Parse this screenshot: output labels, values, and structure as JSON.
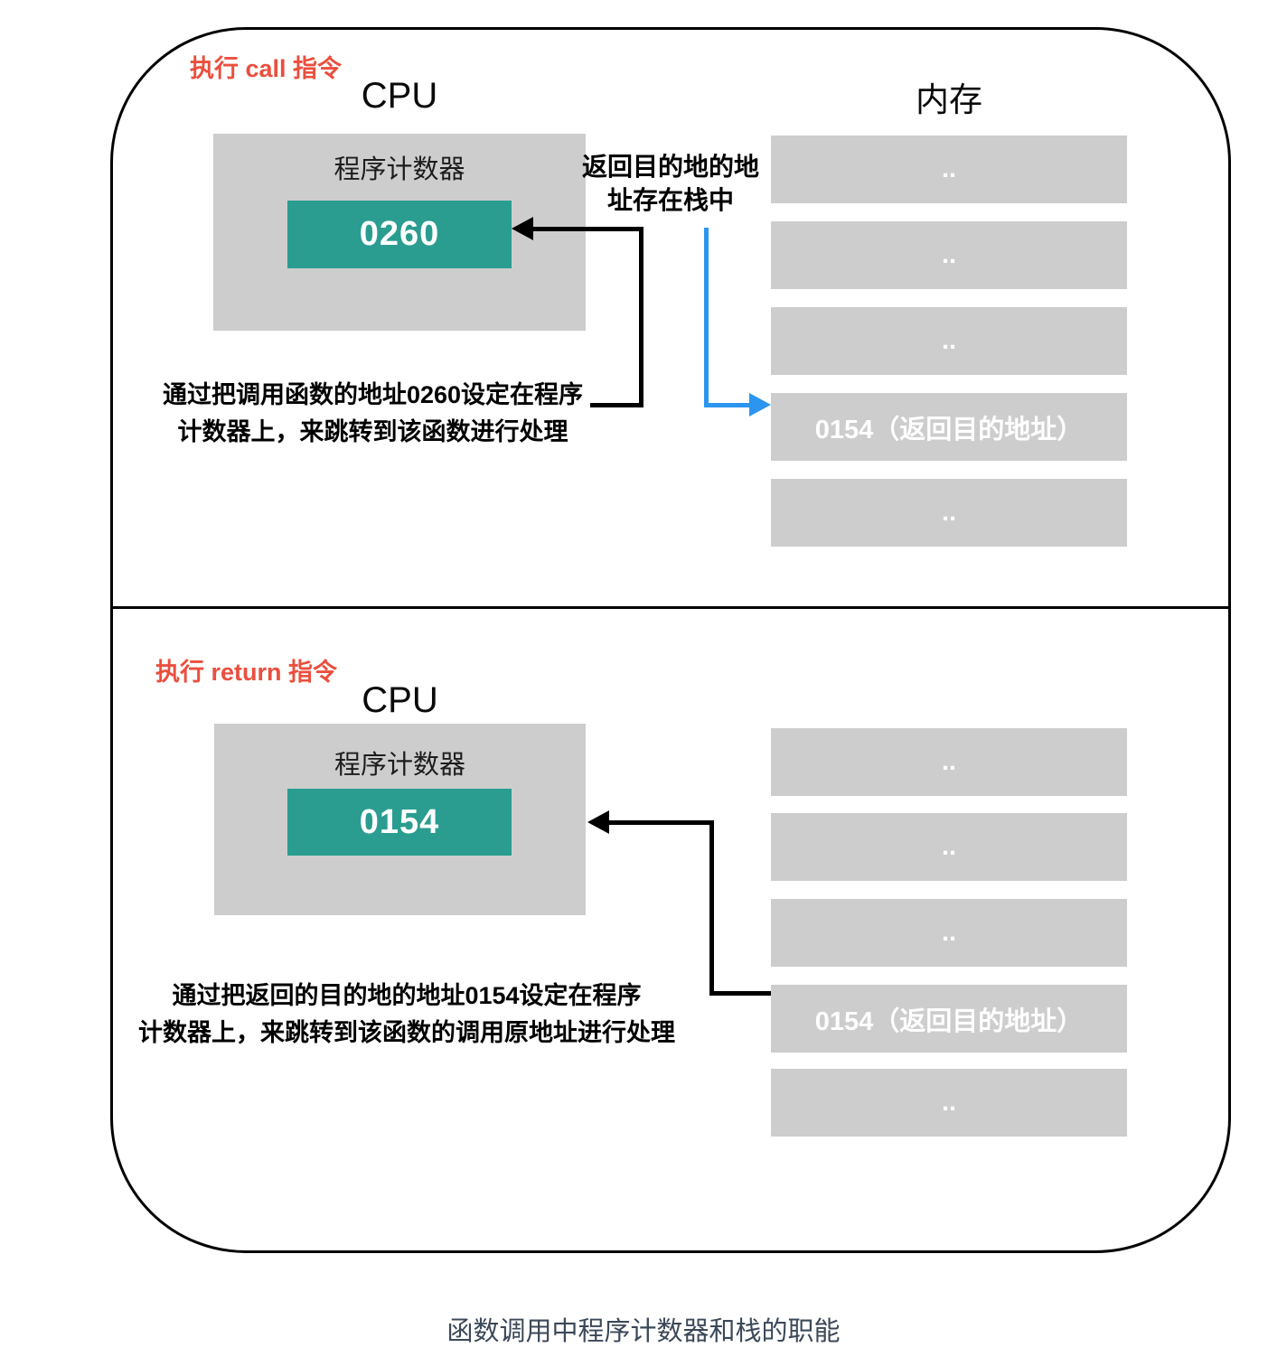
{
  "caption": "函数调用中程序计数器和栈的职能",
  "colors": {
    "accent_teal": "#2a9d90",
    "label_red": "#ea4f3e",
    "arrow_blue": "#2b95ef",
    "box_gray": "#cdcdcd",
    "caption_color": "#3b4859"
  },
  "panels": {
    "call": {
      "label": "执行 call 指令",
      "cpu_title": "CPU",
      "memory_title": "内存",
      "register_label": "程序计数器",
      "register_value": "0260",
      "stack_note_line1": "返回目的地的地",
      "stack_note_line2": "址存在栈中",
      "memory_rows": [
        "..",
        "..",
        "..",
        "0154（返回目的地址）",
        ".."
      ],
      "annotation_line1": "通过把调用函数的地址0260设定在程序",
      "annotation_line2": "计数器上，来跳转到该函数进行处理"
    },
    "return": {
      "label": "执行 return 指令",
      "cpu_title": "CPU",
      "register_label": "程序计数器",
      "register_value": "0154",
      "memory_rows": [
        "..",
        "..",
        "..",
        "0154（返回目的地址）",
        ".."
      ],
      "annotation_line1": "通过把返回的目的地的地址0154设定在程序",
      "annotation_line2": "计数器上，来跳转到该函数的调用原地址进行处理"
    }
  }
}
